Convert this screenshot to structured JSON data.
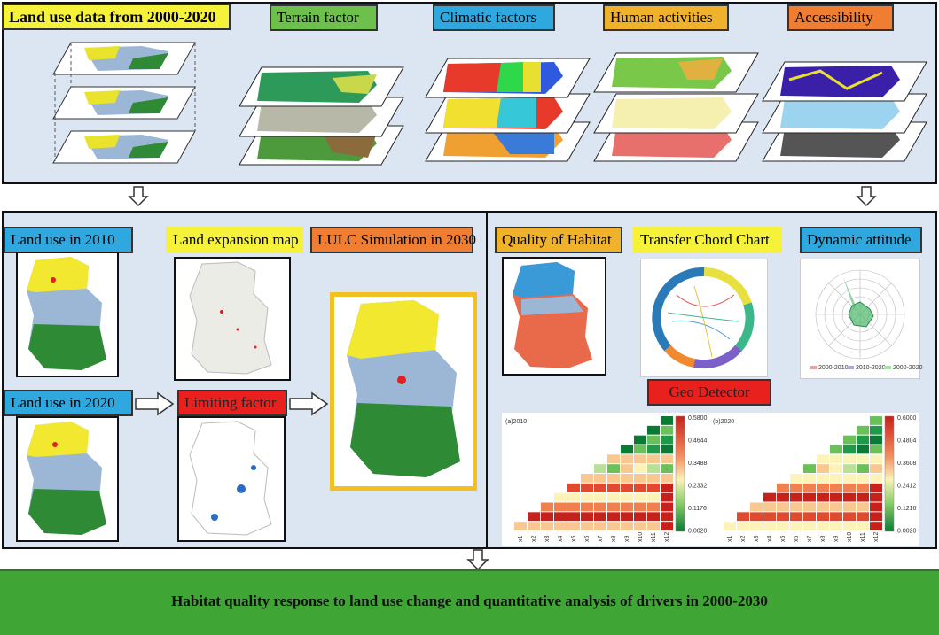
{
  "top": {
    "main_label": "Land use data from 2000-2020",
    "factors": [
      {
        "label": "Terrain factor",
        "color": "#6ec04c"
      },
      {
        "label": "Climatic factors",
        "color": "#2fa8e0"
      },
      {
        "label": "Human activities",
        "color": "#f0b22a"
      },
      {
        "label": "Accessibility",
        "color": "#ef7d32"
      }
    ]
  },
  "left": {
    "land_use_2010": "Land use in 2010",
    "land_use_2020": "Land use in 2020",
    "expansion": "Land expansion map",
    "limiting": "Limiting factor",
    "simulation": "LULC Simulation in 2030"
  },
  "right": {
    "habitat": "Quality of Habitat",
    "chord": "Transfer Chord Chart",
    "dynamic": "Dynamic attitude",
    "geo": "Geo Detector",
    "radar_legend": [
      "2000-2010",
      "2010-2020",
      "2000-2020"
    ],
    "heatmaps": [
      {
        "title": "(a)2010",
        "ticks": [
          "0.5800",
          "0.4644",
          "0.3488",
          "0.2332",
          "0.1176",
          "0.0020"
        ]
      },
      {
        "title": "(b)2020",
        "ticks": [
          "0.6000",
          "0.4804",
          "0.3608",
          "0.2412",
          "0.1216",
          "0.0020"
        ]
      }
    ],
    "x_labels": [
      "x1",
      "x2",
      "x3",
      "x4",
      "x5",
      "x6",
      "x7",
      "x8",
      "x9",
      "x10",
      "x11",
      "x12"
    ]
  },
  "bottom": {
    "label": "Habitat quality response to land use change and quantitative analysis of drivers in 2000-2030"
  },
  "colors": {
    "panel": "#dbe6f2",
    "yellow_tag": "#f6f23a",
    "blue_tag": "#2fa8e0",
    "red_tag": "#e8201e",
    "orange_tag": "#ef7d32",
    "green_bar": "#3fa535"
  }
}
